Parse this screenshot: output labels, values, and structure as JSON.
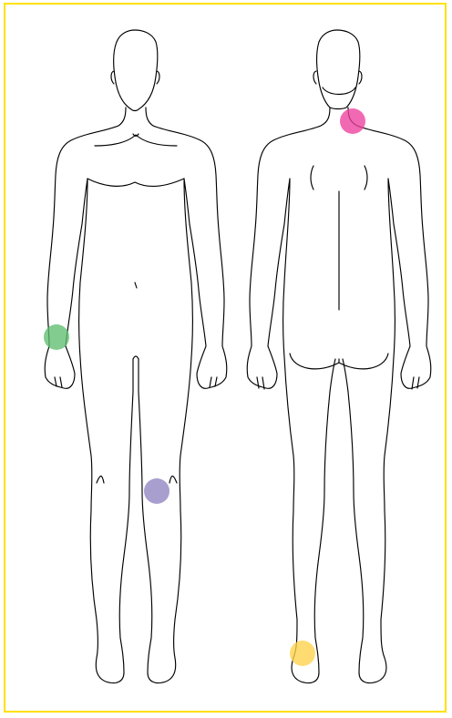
{
  "colors": {
    "frame_border": "#FFE100",
    "outline": "#000000",
    "background": "#FFFFFF"
  },
  "figures": [
    {
      "name": "front-view-figure"
    },
    {
      "name": "back-view-figure"
    }
  ],
  "markers": [
    {
      "name": "marker-front-right-wrist",
      "view": "front",
      "region": "wrist",
      "color": "#5DBE6E"
    },
    {
      "name": "marker-front-left-knee",
      "view": "front",
      "region": "knee",
      "color": "#8F84C2"
    },
    {
      "name": "marker-back-neck",
      "view": "back",
      "region": "neck",
      "color": "#EE3F9E"
    },
    {
      "name": "marker-back-heel",
      "view": "back",
      "region": "heel",
      "color": "#FFD24A"
    }
  ]
}
